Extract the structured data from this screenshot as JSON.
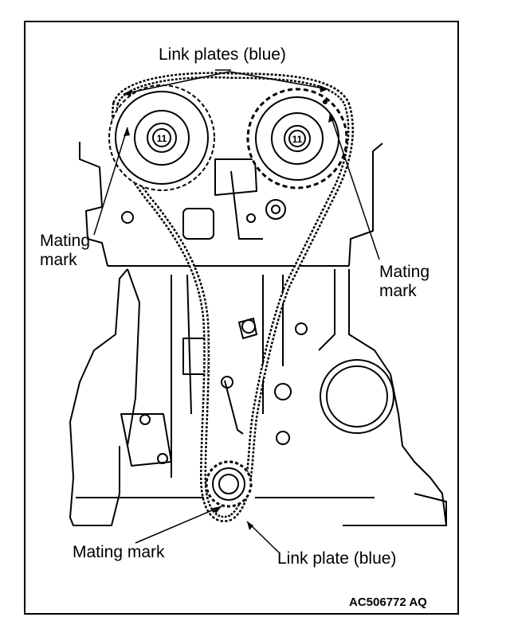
{
  "labels": {
    "link_plates_top": "Link plates (blue)",
    "mating_mark_left": [
      "Mating",
      "mark"
    ],
    "mating_mark_right": [
      "Mating",
      "mark"
    ],
    "mating_mark_bottom": "Mating mark",
    "link_plate_bottom": "Link plate (blue)",
    "figure_code": "AC506772 AQ"
  },
  "gears": {
    "left_sprocket_mark": "11",
    "right_sprocket_mark": "11"
  },
  "colors": {
    "ink": "#000000",
    "paper": "#ffffff",
    "shade": "#d9d9d9"
  }
}
